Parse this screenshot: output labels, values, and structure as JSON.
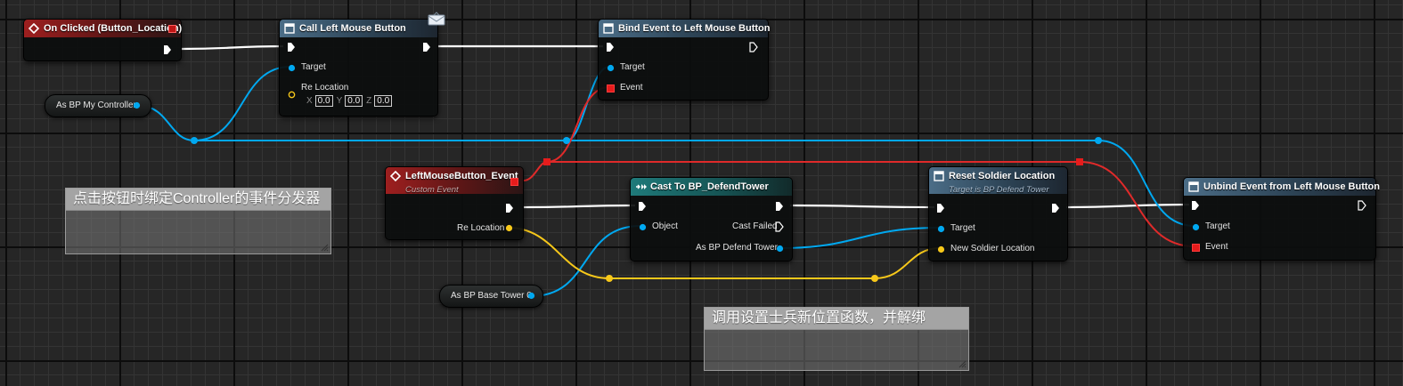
{
  "nodes": {
    "on_clicked": {
      "title": "On Clicked (Button_Location)"
    },
    "call_left": {
      "title": "Call Left Mouse Button",
      "target_label": "Target",
      "re_location_label": "Re Location",
      "x_label": "X",
      "x_value": "0.0",
      "y_label": "Y",
      "y_value": "0.0",
      "z_label": "Z",
      "z_value": "0.0"
    },
    "bind_event": {
      "title": "Bind Event to Left Mouse Button",
      "target_label": "Target",
      "event_label": "Event"
    },
    "left_mouse_event": {
      "title": "LeftMouseButton_Event",
      "subtitle": "Custom Event",
      "re_location_label": "Re Location"
    },
    "cast_to": {
      "title": "Cast To BP_DefendTower",
      "object_label": "Object",
      "cast_failed_label": "Cast Failed",
      "as_label": "As BP Defend Tower"
    },
    "reset_soldier": {
      "title": "Reset Soldier Location",
      "subtitle": "Target is BP Defend Tower",
      "target_label": "Target",
      "new_location_label": "New Soldier Location"
    },
    "unbind_event": {
      "title": "Unbind Event from Left Mouse Button",
      "target_label": "Target",
      "event_label": "Event"
    },
    "var_controller": {
      "label": "As BP My Controller"
    },
    "var_base_tower": {
      "label": "As BP Base Tower 0"
    }
  },
  "comments": {
    "comment1": {
      "text": "点击按钮时绑定Controller的事件分发器"
    },
    "comment2": {
      "text": "调用设置士兵新位置函数，并解绑"
    }
  },
  "colors": {
    "exec": "#ffffff",
    "object_pin": "#00a8f0",
    "vector_pin": "#f7c81a",
    "delegate_pin": "#ff2828"
  }
}
